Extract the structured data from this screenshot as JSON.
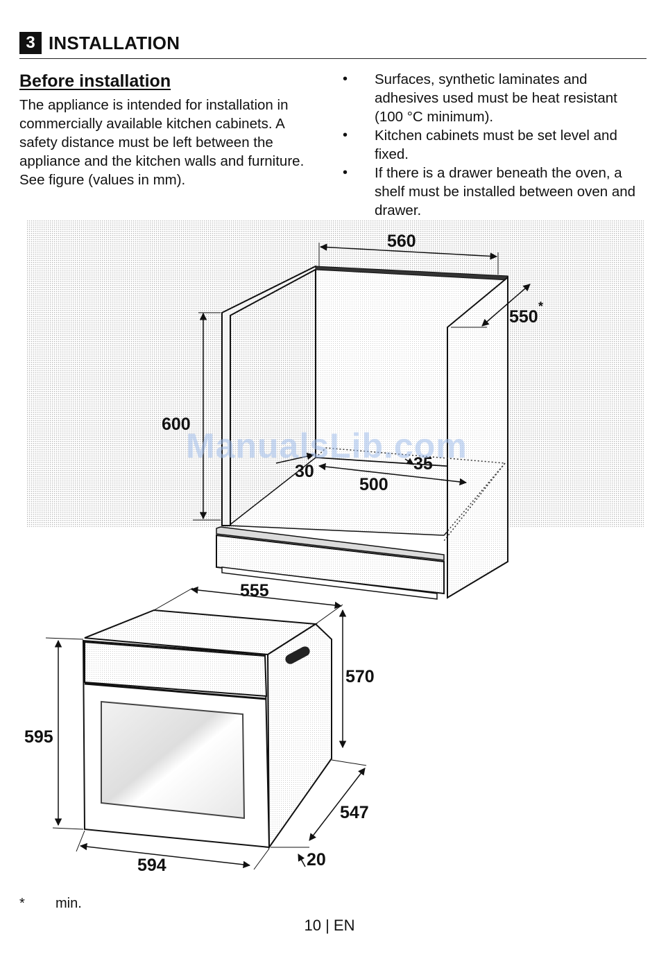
{
  "header": {
    "section_number": "3",
    "section_title": "INSTALLATION"
  },
  "intro": {
    "heading": "Before installation",
    "paragraph": "The appliance is intended for installation in commercially available kitchen cabinets. A safety distance must be left between the appliance and the kitchen walls and furniture. See figure (values in mm)."
  },
  "bullets": [
    "Surfaces, synthetic laminates and adhesives used must be heat resistant (100 °C minimum).",
    "Kitchen cabinets must be set level and fixed.",
    "If there is a drawer beneath the oven, a shelf must be installed between oven and drawer."
  ],
  "bullet_symbol": "•",
  "figure": {
    "cabinet_width": "560",
    "cabinet_depth": "550",
    "cabinet_depth_mark": "*",
    "cabinet_height": "600",
    "vent_gap": "30",
    "vent_depth": "35",
    "vent_width": "500",
    "oven_depth_top": "555",
    "oven_body_height": "570",
    "oven_height": "595",
    "oven_body_depth": "547",
    "oven_width": "594",
    "oven_front_thickness": "20"
  },
  "watermark": "ManualsLib.com",
  "footnote": {
    "mark": "*",
    "text": "min."
  },
  "page_number": "10 | EN"
}
